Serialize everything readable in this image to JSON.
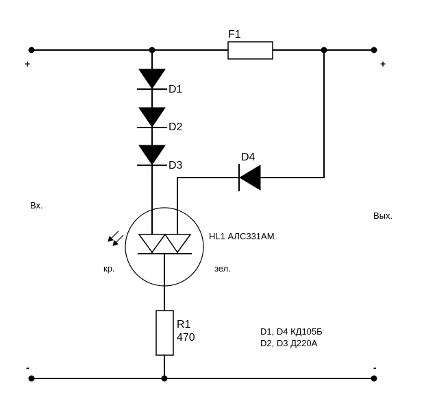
{
  "labels": {
    "fuse": "F1",
    "d1": "D1",
    "d2": "D2",
    "d3": "D3",
    "d4": "D4",
    "led": "HL1 АЛС331АМ",
    "red": "кр.",
    "green": "зел.",
    "r1_name": "R1",
    "r1_value": "470",
    "input": "Вх.",
    "output": "Вых.",
    "plus_left": "+",
    "plus_right": "+",
    "minus_left": "-",
    "minus_right": "-",
    "note_line1": "D1, D4 КД105Б",
    "note_line2": "D2, D3 Д220А"
  }
}
